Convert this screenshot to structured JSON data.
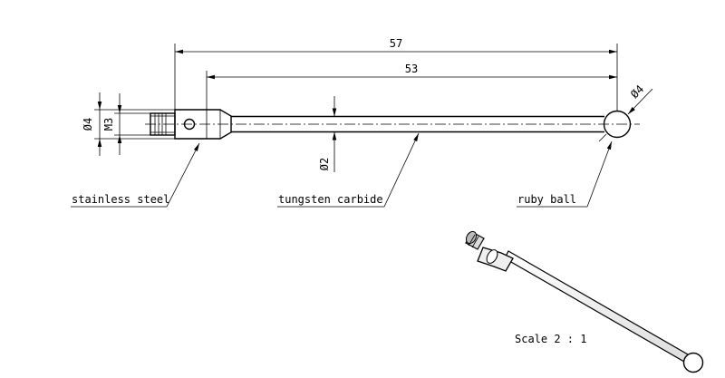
{
  "dimensions": {
    "overall_length": "57",
    "stem_length": "53",
    "ball_diameter": "Ø4",
    "shank_diameter": "Ø4",
    "thread": "M3",
    "stem_diameter": "Ø2"
  },
  "labels": {
    "shank_material": "stainless steel",
    "stem_material": "tungsten carbide",
    "tip_material": "ruby ball"
  },
  "scale": "Scale 2 : 1"
}
